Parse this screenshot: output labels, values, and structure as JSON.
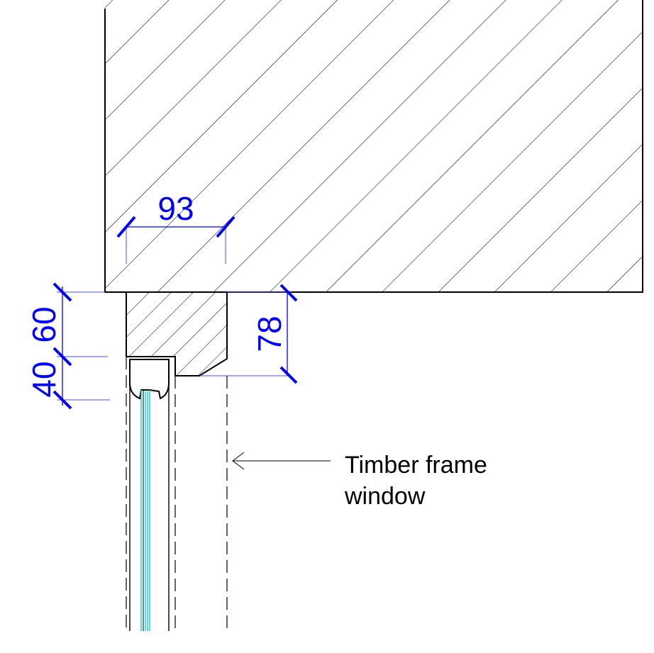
{
  "drawing": {
    "annotation": {
      "line1": "Timber frame",
      "line2": "window"
    },
    "dimensions": {
      "lintel_width": "93",
      "lintel_height": "78",
      "upper_height": "60",
      "lower_height": "40"
    },
    "colors": {
      "dimension": "#0000ff",
      "glass": "#00c8e8",
      "line": "#000000",
      "dim_extension": "#4a4af0"
    }
  }
}
